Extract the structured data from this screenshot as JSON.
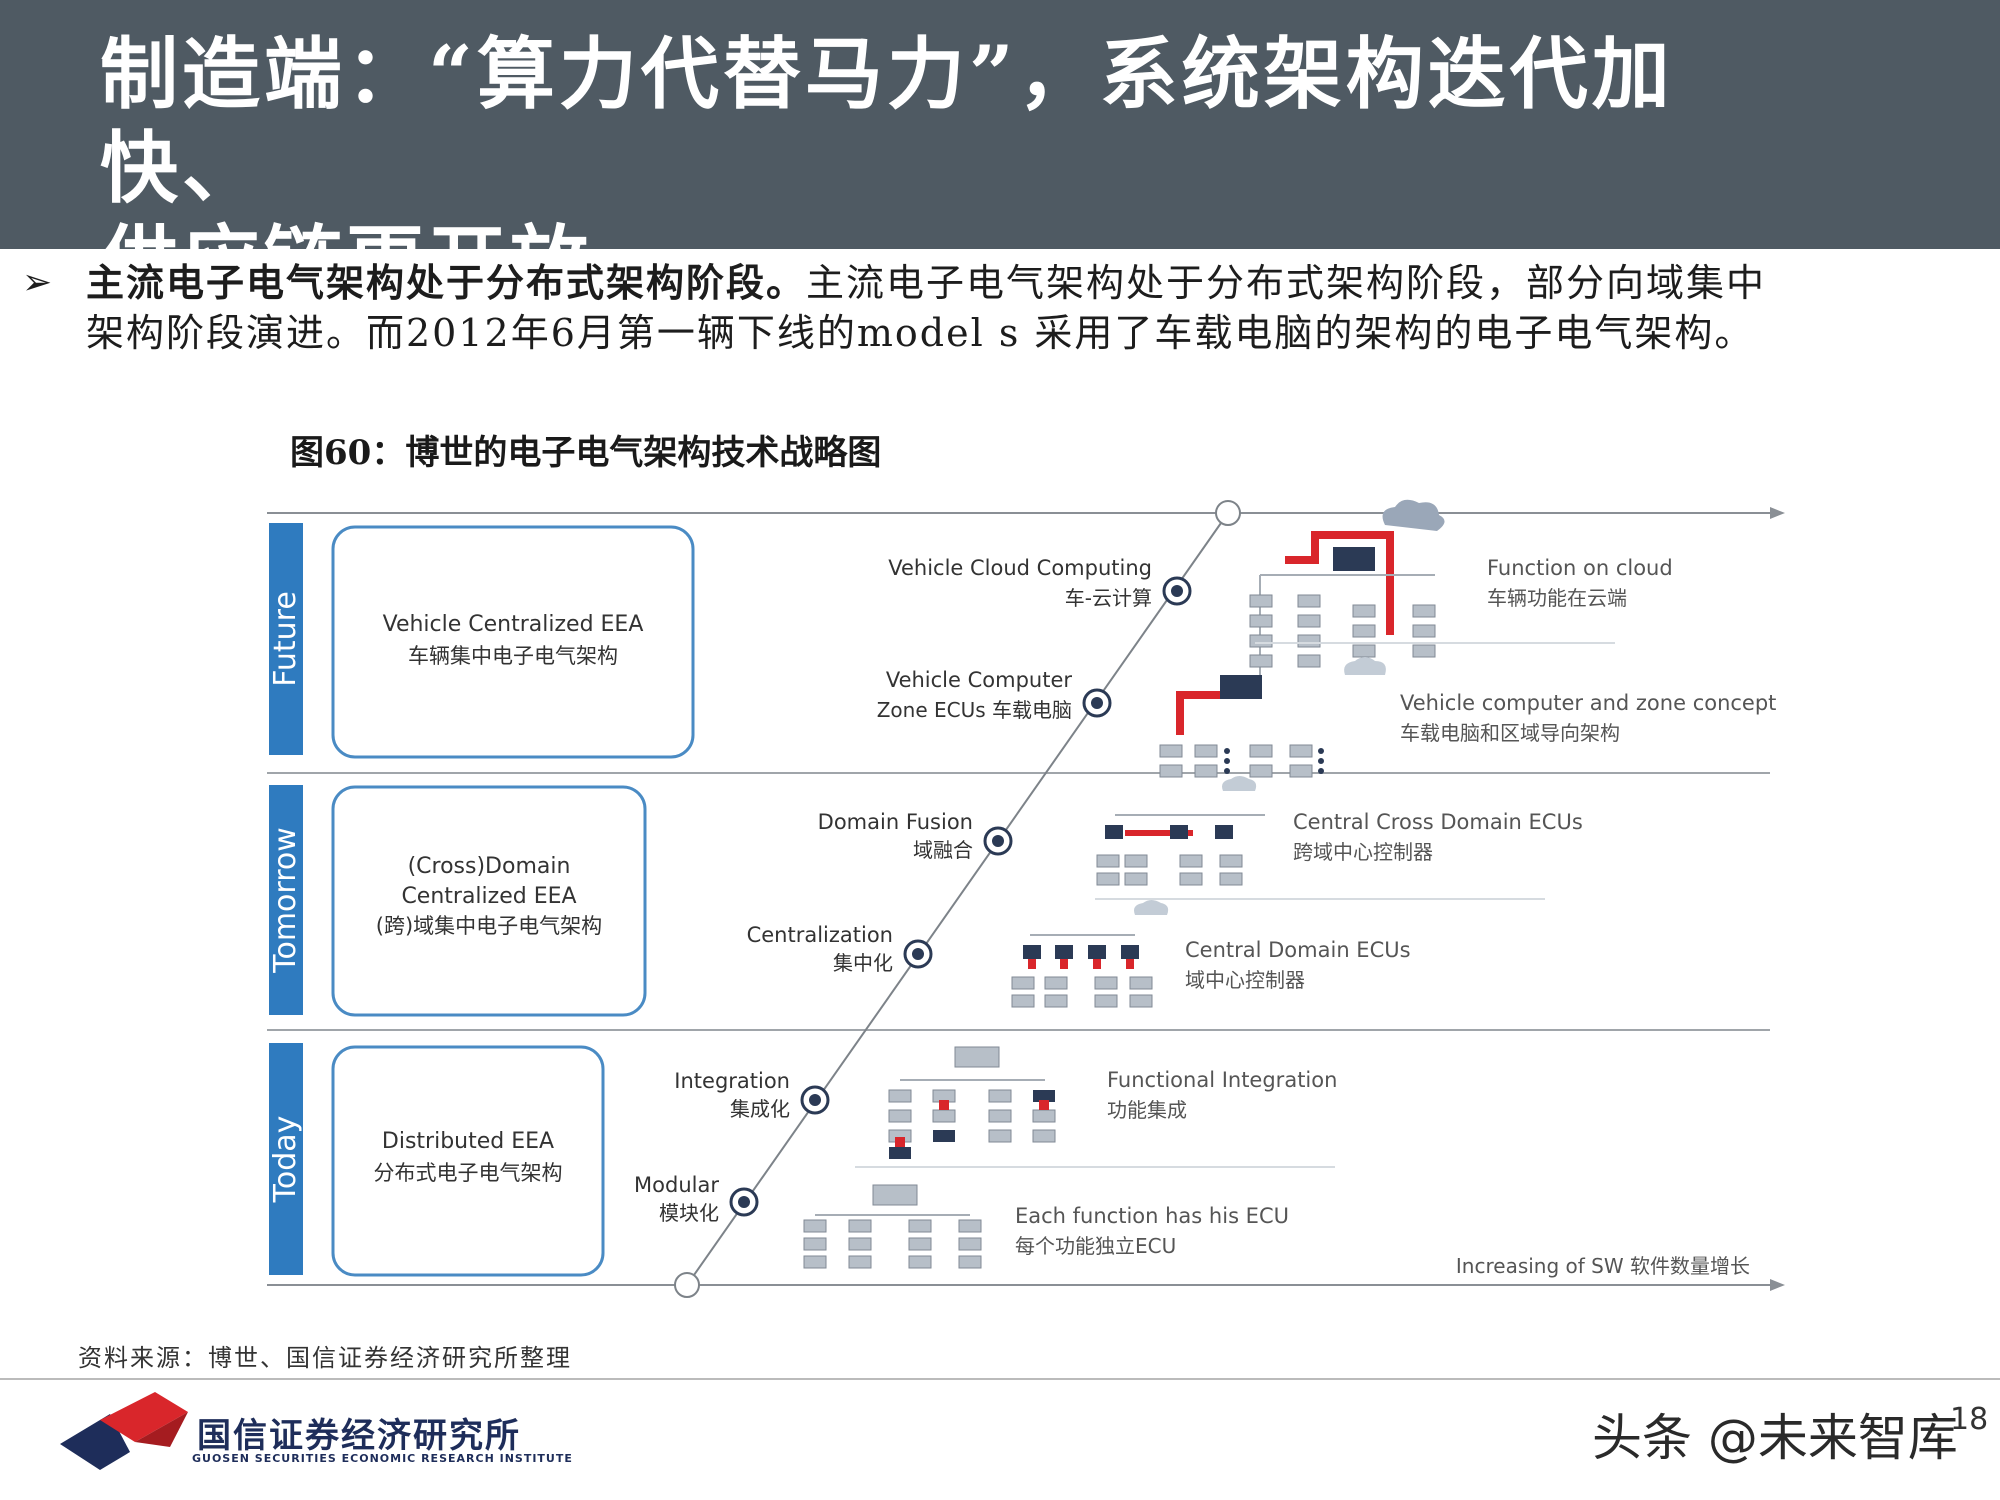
{
  "header": {
    "title_line1": "制造端：“算力代替马力”，系统架构迭代加快、",
    "title_line2": "供应链更开放"
  },
  "bullet": {
    "mark": "➢",
    "lead": "主流电子电气架构处于分布式架构阶段。",
    "body_line1": "主流电子电气架构处于分布式架构阶段，部分向域集中",
    "body_line2": "架构阶段演进。而2012年6月第一辆下线的model s 采用了车载电脑的架构的电子电气架构。"
  },
  "figure": {
    "caption": "图60：博世的电子电气架构技术战略图",
    "phases": [
      {
        "label": "Future",
        "box_en": "Vehicle Centralized EEA",
        "box_cn": "车辆集中电子电气架构"
      },
      {
        "label": "Tomorrow",
        "box_en_1": "(Cross)Domain",
        "box_en_2": "Centralized EEA",
        "box_cn": "(跨)域集中电子电气架构"
      },
      {
        "label": "Today",
        "box_en": "Distributed EEA",
        "box_cn": "分布式电子电气架构"
      }
    ],
    "steps": [
      {
        "en": "Vehicle Cloud Computing",
        "cn": "车-云计算",
        "desc_en": "Function on cloud",
        "desc_cn": "车辆功能在云端"
      },
      {
        "en": "Vehicle Computer",
        "en2": "Zone ECUs 车载电脑",
        "desc_en": "Vehicle computer and zone concept",
        "desc_cn": "车载电脑和区域导向架构"
      },
      {
        "en": "Domain Fusion",
        "cn": "域融合",
        "desc_en": "Central Cross Domain ECUs",
        "desc_cn": "跨域中心控制器"
      },
      {
        "en": "Centralization",
        "cn": "集中化",
        "desc_en": "Central Domain ECUs",
        "desc_cn": "域中心控制器"
      },
      {
        "en": "Integration",
        "cn": "集成化",
        "desc_en": "Functional Integration",
        "desc_cn": "功能集成"
      },
      {
        "en": "Modular",
        "cn": "模块化",
        "desc_en": "Each function has his ECU",
        "desc_cn": "每个功能独立ECU"
      }
    ],
    "x_axis_label": "Increasing of SW 软件数量增长"
  },
  "source": "资料来源：博世、国信证券经济研究所整理",
  "footer": {
    "org_cn": "国信证券经济研究所",
    "org_en": "GUOSEN SECURITIES ECONOMIC RESEARCH INSTITUTE",
    "watermark": "头条 @未来智库",
    "page": "18"
  },
  "colors": {
    "header_bg": "#4f5a63",
    "phase_blue": "#2f7bbf",
    "box_border": "#4a8bc4",
    "highlight_red": "#d9262b",
    "node_navy": "#2b3a55",
    "logo_red": "#d9262b",
    "logo_navy": "#1e2d5a"
  }
}
